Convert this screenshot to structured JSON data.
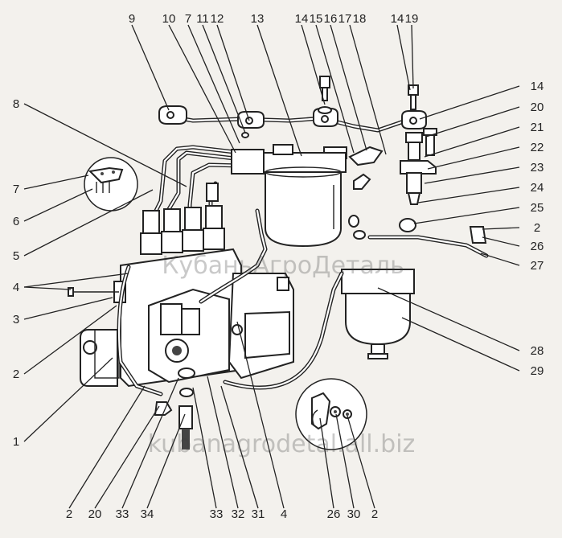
{
  "callouts": {
    "top": [
      "9",
      "10",
      "7",
      "11",
      "12",
      "13",
      "14",
      "15",
      "16",
      "17",
      "18",
      "14",
      "19"
    ],
    "right": [
      "14",
      "20",
      "21",
      "22",
      "23",
      "24",
      "25",
      "2",
      "26",
      "27",
      "28",
      "29"
    ],
    "left": [
      "8",
      "7",
      "6",
      "5",
      "4",
      "3",
      "2",
      "1"
    ],
    "bottom": [
      "2",
      "20",
      "33",
      "34",
      "33",
      "32",
      "31",
      "4",
      "26",
      "30",
      "2"
    ]
  },
  "watermarks": {
    "center": "КубаньАгроДеталь",
    "bottom": "kubanagrodetal.all.biz"
  }
}
